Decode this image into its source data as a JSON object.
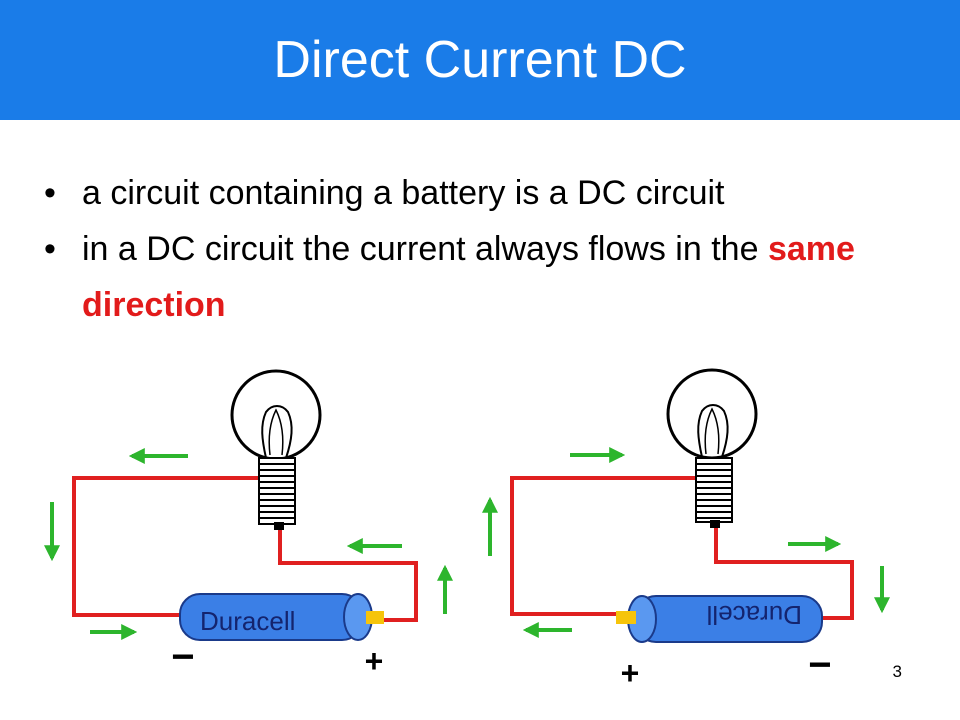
{
  "title": "Direct Current DC",
  "bullets": {
    "b1": "a circuit containing a battery is a DC circuit",
    "b2_text": "in a DC circuit the current always flows in the",
    "b2_emphasis": "same direction"
  },
  "bullet_symbol": "•",
  "colors": {
    "title_bar": "#1a7ce8",
    "wire": "#e02020",
    "arrow": "#2db52d",
    "battery": "#3b7fe6",
    "emphasis": "#e21b1b"
  },
  "diagrams": {
    "left": {
      "battery_label": "Duracell",
      "minus": "−",
      "plus": "+"
    },
    "right": {
      "battery_label": "Duracell",
      "minus": "−",
      "plus": "+"
    }
  },
  "page_number": "3"
}
